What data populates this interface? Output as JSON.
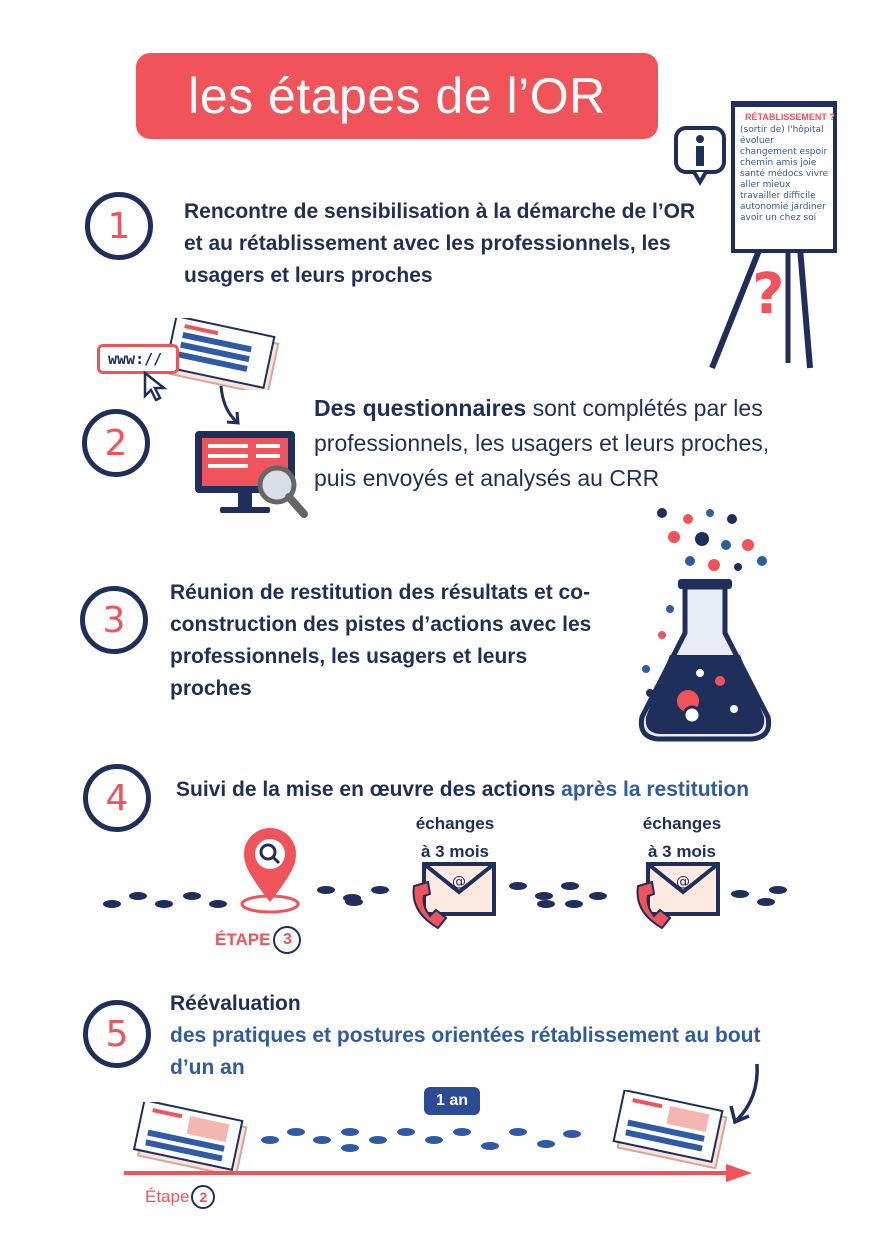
{
  "title": "les étapes de l’OR",
  "board": {
    "heading": "RÉTABLISSEMENT ?",
    "words": [
      "(sortir de) l'hôpital",
      "évoluer",
      "changement",
      "espoir",
      "chemin",
      "amis",
      "joie",
      "santé",
      "médocs",
      "vivre",
      "aller mieux",
      "travailler",
      "difficile",
      "autonomie",
      "jardiner",
      "avoir un chez soi"
    ]
  },
  "steps": [
    {
      "number": "1",
      "text": "Rencontre de sensibilisation à la démarche de l’OR et au rétablissement avec les professionnels, les usagers et leurs proches"
    },
    {
      "number": "2",
      "bold": "Des questionnaires",
      "text": " sont complétés par les professionnels, les usagers et leurs proches, puis envoyés et analysés au CRR",
      "url_label": "www://"
    },
    {
      "number": "3",
      "text": "Réunion de restitution des résultats et co-construction des pistes d’actions avec les professionnels, les usagers et leurs proches"
    },
    {
      "number": "4",
      "text": "Suivi de la mise en œuvre des actions ",
      "highlight": "après la restitution"
    },
    {
      "number": "5",
      "title": "Réévaluation",
      "text": "des pratiques et postures orientées rétablissement au bout d’un an"
    }
  ],
  "timeline4": {
    "exchange1_line1": "échanges",
    "exchange1_line2": "à 3 mois",
    "exchange2_line1": "échanges",
    "exchange2_line2": "à 3 mois",
    "etape_label": "ÉTAPE",
    "etape_num": "3"
  },
  "timeline5": {
    "duration": "1 an",
    "etape_label": "Étape",
    "etape_num": "2"
  },
  "colors": {
    "accent": "#f0545a",
    "navy": "#1f2f5c",
    "blue": "#2f5aa6"
  }
}
